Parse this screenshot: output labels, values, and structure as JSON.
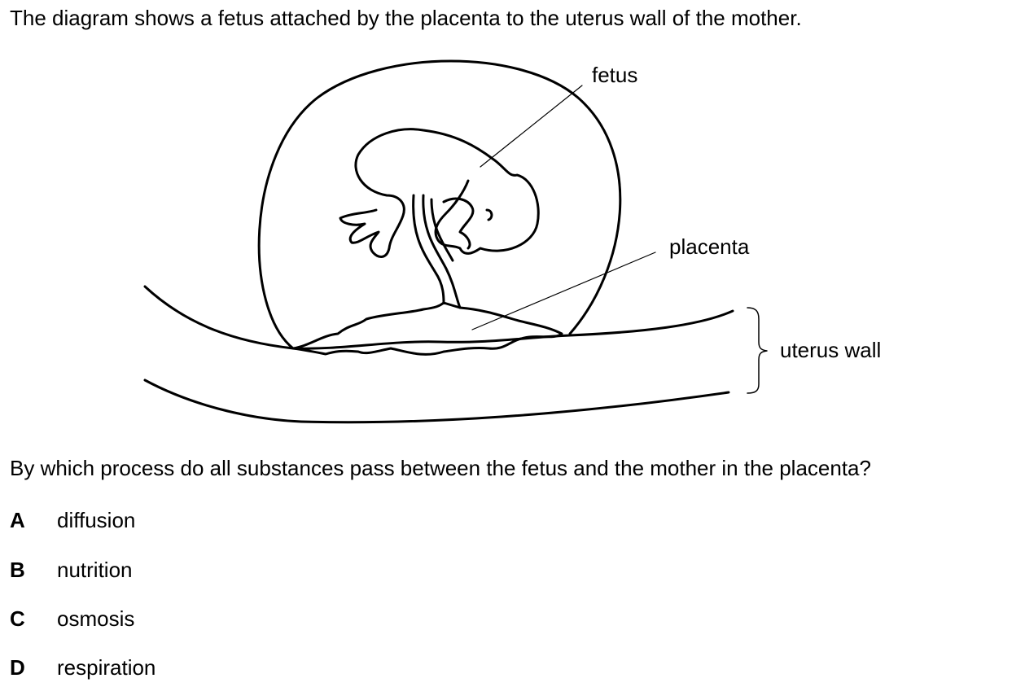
{
  "intro": "The diagram shows a fetus attached by the placenta to the uterus wall of the mother.",
  "diagram": {
    "labels": {
      "fetus": "fetus",
      "placenta": "placenta",
      "uterus_wall": "uterus wall"
    }
  },
  "question": "By which process do all substances pass between the fetus and the mother in the placenta?",
  "options": [
    {
      "letter": "A",
      "text": "diffusion"
    },
    {
      "letter": "B",
      "text": "nutrition"
    },
    {
      "letter": "C",
      "text": "osmosis"
    },
    {
      "letter": "D",
      "text": "respiration"
    }
  ]
}
